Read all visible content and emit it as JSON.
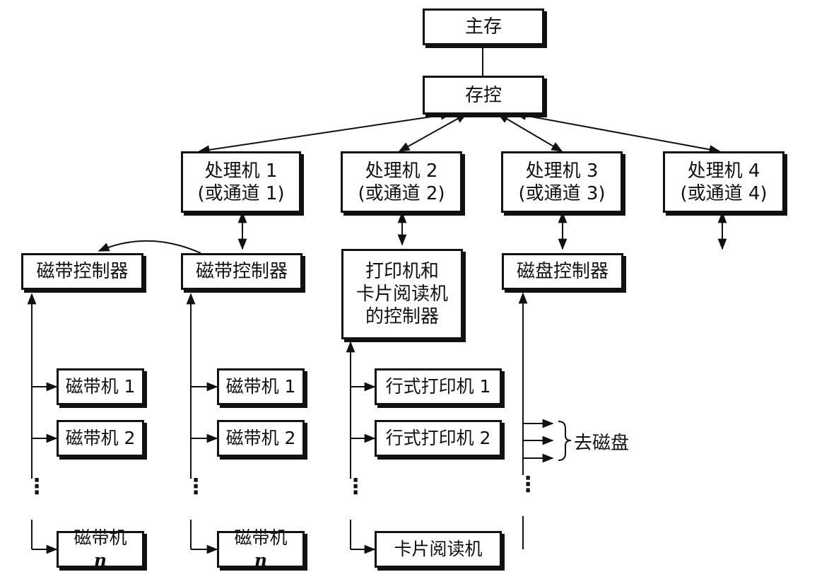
{
  "memory": "主存",
  "storage_controller": "存控",
  "processors": [
    {
      "line1": "处理机  1",
      "line2": "(或通道  1)"
    },
    {
      "line1": "处理机  2",
      "line2": "(或通道  2)"
    },
    {
      "line1": "处理机  3",
      "line2": "(或通道  3)"
    },
    {
      "line1": "处理机  4",
      "line2": "(或通道  4)"
    }
  ],
  "controllers": {
    "tape_a": "磁带控制器",
    "tape_b": "磁带控制器",
    "printer_line1": "打印机和",
    "printer_line2": "卡片阅读机",
    "printer_line3": "的控制器",
    "disk": "磁盘控制器"
  },
  "devices": {
    "tape_a": [
      "磁带机  1",
      "磁带机  2",
      "磁带机  "
    ],
    "tape_b": [
      "磁带机  1",
      "磁带机  2",
      "磁带机  "
    ],
    "tape_last_suffix": "n",
    "printer": [
      "行式打印机  1",
      "行式打印机  2",
      "卡片阅读机"
    ]
  },
  "to_disk": "去磁盘",
  "ellipsis": "⋮"
}
